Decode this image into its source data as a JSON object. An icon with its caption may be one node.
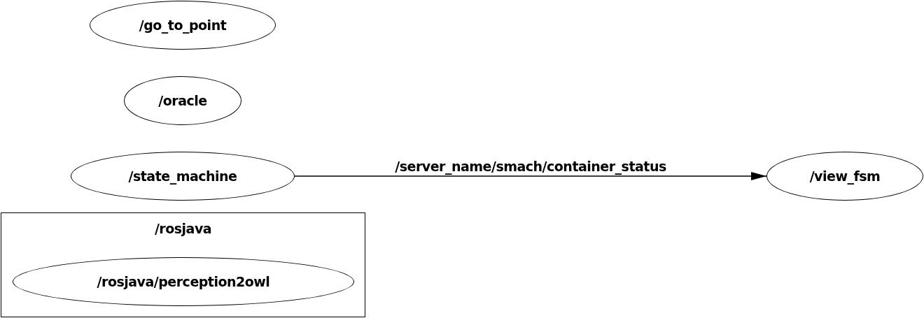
{
  "diagram": {
    "nodes": [
      {
        "text": [
          "/go_to_point"
        ]
      },
      {
        "text": [
          "/oracle"
        ]
      },
      {
        "text": [
          "/state_machine"
        ]
      },
      {
        "text": [
          "/rosjava"
        ]
      },
      {
        "text": [
          "/rosjava/perception2owl"
        ],
        "in": 3
      },
      {
        "text": [
          "/view_fsm"
        ]
      }
    ],
    "edges": [
      {
        "from": 2,
        "to": 5,
        "arrow": "to",
        "label": "/server_name/smach/container_status"
      }
    ]
  }
}
